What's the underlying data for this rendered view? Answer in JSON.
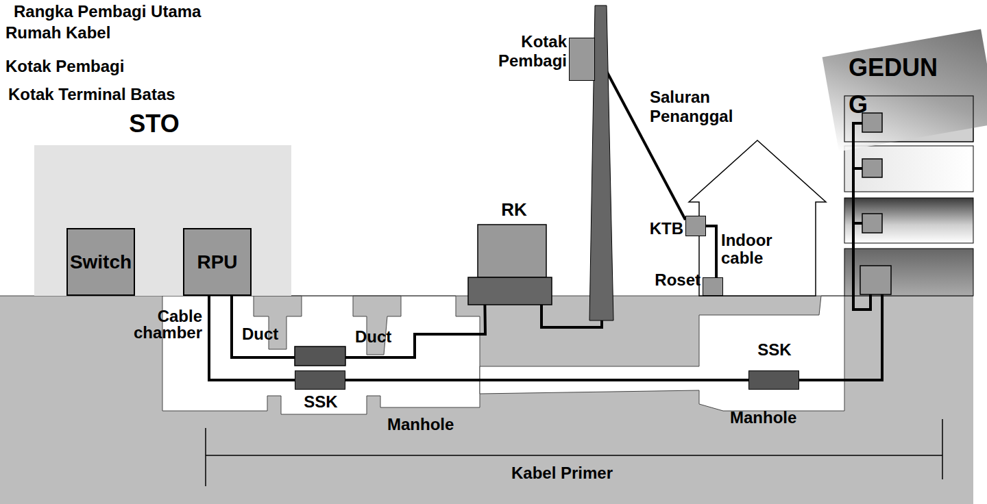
{
  "diagram": {
    "nodes": [
      {
        "text": [
          "STO"
        ]
      },
      {
        "text": [
          "Switch"
        ],
        "in": 0
      },
      {
        "text": [
          "RPU"
        ],
        "in": 0
      },
      {
        "text": [
          "RK"
        ]
      },
      {
        "text": [
          "Kotak Pembagi"
        ]
      },
      {
        "text": [
          "KTB"
        ]
      },
      {
        "text": [
          "Roset"
        ]
      },
      {
        "text": [
          "SSK"
        ]
      },
      {
        "text": [
          "SSK"
        ]
      },
      {
        "text": [
          "GEDUN G"
        ]
      }
    ],
    "edges": [
      {
        "from": 1,
        "to": 2,
        "arrow": "none"
      },
      {
        "from": 2,
        "to": 3,
        "arrow": "none"
      },
      {
        "from": 2,
        "to": 7,
        "arrow": "none"
      },
      {
        "from": 7,
        "to": 8,
        "arrow": "none"
      },
      {
        "from": 8,
        "to": 9,
        "arrow": "none"
      },
      {
        "from": 3,
        "to": 4,
        "arrow": "none"
      },
      {
        "from": 4,
        "to": 5,
        "label": "Saluran Penanggal",
        "arrow": "none"
      },
      {
        "from": 5,
        "to": 6,
        "label": "Indoor cable",
        "arrow": "none"
      }
    ],
    "labels": [
      "Rangka Pembagi Utama",
      "Rumah Kabel",
      "Kotak Pembagi",
      "Kotak Terminal Batas",
      "Cable chamber",
      "Duct",
      "Duct",
      "Manhole",
      "Manhole",
      "Kabel Primer"
    ]
  }
}
